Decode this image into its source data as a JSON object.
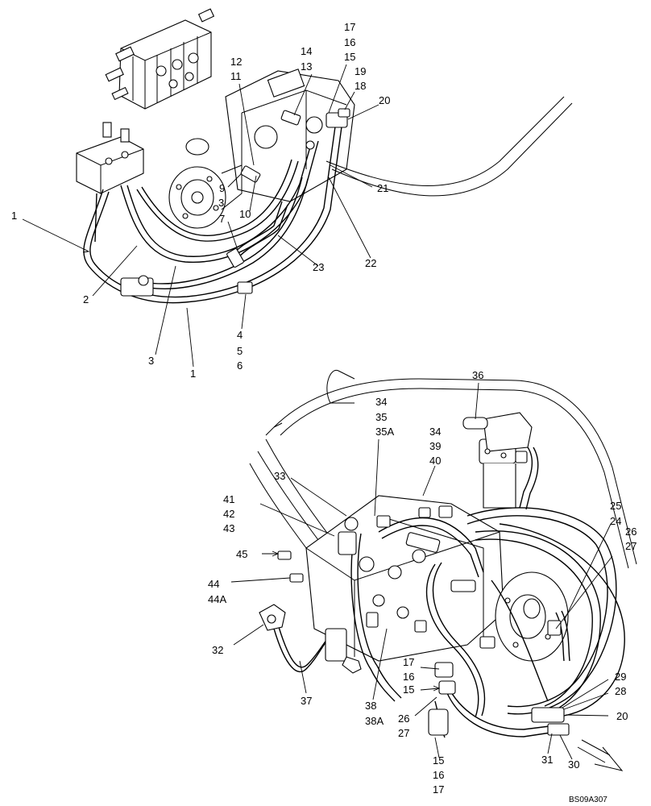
{
  "figure_code": "BS09A307",
  "labels": [
    "1",
    "1",
    "2",
    "3",
    "3",
    "4",
    "5",
    "6",
    "7",
    "9",
    "10",
    "11",
    "12",
    "13",
    "14",
    "15",
    "16",
    "17",
    "18",
    "19",
    "20",
    "21",
    "22",
    "23",
    "34",
    "35",
    "35A",
    "34",
    "39",
    "40",
    "36",
    "33",
    "41",
    "42",
    "43",
    "45",
    "44",
    "44A",
    "32",
    "37",
    "38",
    "38A",
    "17",
    "16",
    "15",
    "26",
    "27",
    "15",
    "16",
    "17",
    "31",
    "30",
    "20",
    "28",
    "29",
    "25",
    "24",
    "26",
    "27"
  ]
}
